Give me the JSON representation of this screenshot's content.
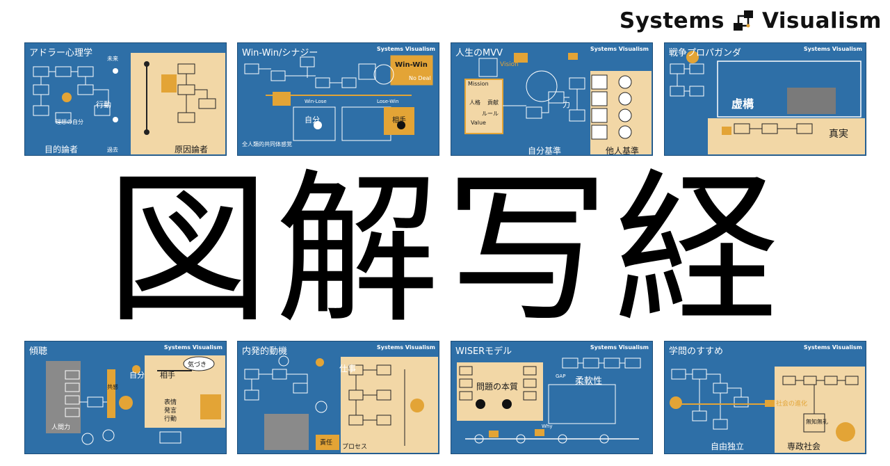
{
  "brand": {
    "left": "Systems",
    "right": "Visualism"
  },
  "title": "図解写経",
  "thumb_brand": "Systems Visualism",
  "thumbs": [
    {
      "caption": "アドラー心理学",
      "labels": [
        "目的論者",
        "原因論者",
        "行動",
        "理想の自分",
        "未来",
        "過去"
      ]
    },
    {
      "caption": "Win-Win/シナジー",
      "labels": [
        "Win-Win",
        "No Deal",
        "自分",
        "相手",
        "全人類的共同体感覚",
        "Win-Lose",
        "Lose-Win"
      ]
    },
    {
      "caption": "人生のMVV",
      "labels": [
        "自分基準",
        "他人基準",
        "Vision",
        "Mission",
        "Value",
        "力",
        "人格",
        "貢献",
        "ルール"
      ]
    },
    {
      "caption": "戦争プロパガンダ",
      "labels": [
        "虚構",
        "真実"
      ]
    },
    {
      "caption": "傾聴",
      "labels": [
        "自分",
        "相手",
        "気づき",
        "共感",
        "表情",
        "発言",
        "行動",
        "人間力"
      ]
    },
    {
      "caption": "内発的動機",
      "labels": [
        "仕事",
        "プロセス",
        "責任"
      ]
    },
    {
      "caption": "WISERモデル",
      "labels": [
        "問題の本質",
        "柔軟性",
        "GAP",
        "Why"
      ]
    },
    {
      "caption": "学問のすすめ",
      "labels": [
        "自由独立",
        "専政社会",
        "社会の進化",
        "無知無礼"
      ]
    }
  ]
}
